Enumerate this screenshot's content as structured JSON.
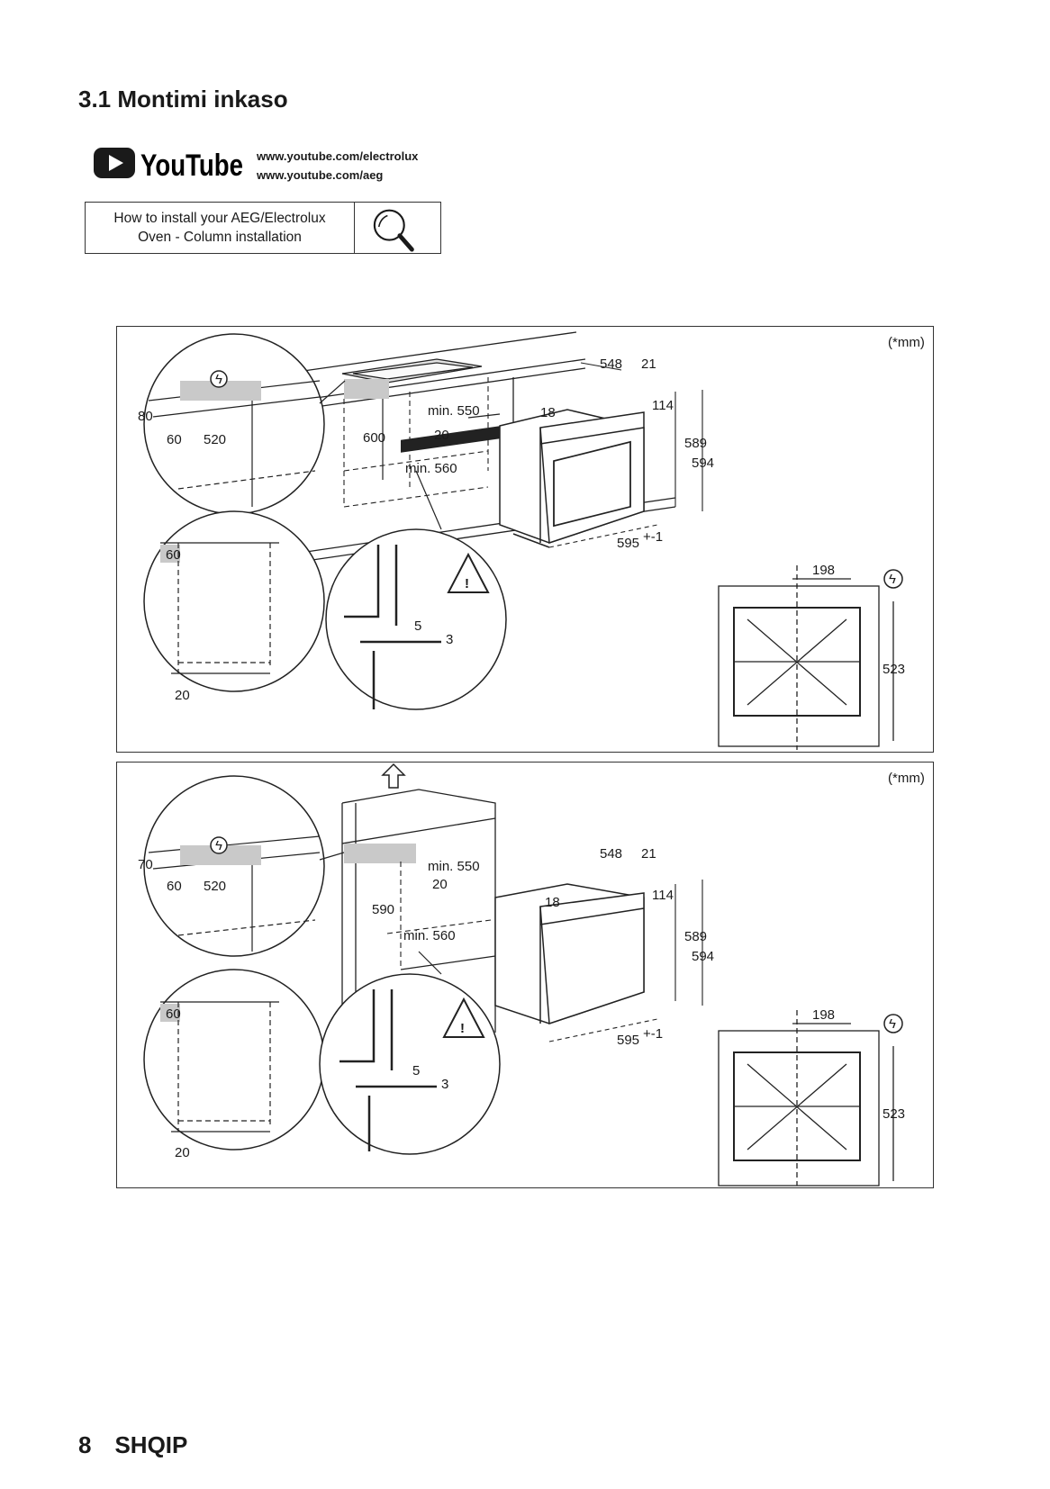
{
  "heading": "3.1 Montimi inkaso",
  "youtube": {
    "logo_text": "YouTube",
    "links": [
      "www.youtube.com/electrolux",
      "www.youtube.com/aeg"
    ]
  },
  "video_box": {
    "line1": "How to install your AEG/Electrolux",
    "line2": "Oven - Column installation",
    "icon": "magnifier-icon"
  },
  "panels": [
    {
      "unit": "(*mm)",
      "dims": {
        "d80": "80",
        "d60": "60",
        "d520": "520",
        "d600": "600",
        "min550": "min. 550",
        "d20": "20",
        "min560": "min. 560",
        "d548": "548",
        "d21": "21",
        "d18": "18",
        "d114": "114",
        "d589": "589",
        "d594": "594",
        "d595": "595",
        "tol": "+-1",
        "d60b": "60",
        "d20b": "20",
        "d5": "5",
        "d3": "3",
        "d198": "198",
        "d523": "523"
      }
    },
    {
      "unit": "(*mm)",
      "dims": {
        "d80": "70",
        "d60": "60",
        "d520": "520",
        "d600": "590",
        "min550": "min. 550",
        "d20": "20",
        "min560": "min. 560",
        "d548": "548",
        "d21": "21",
        "d18": "18",
        "d114": "114",
        "d589": "589",
        "d594": "594",
        "d595": "595",
        "tol": "+-1",
        "d60b": "60",
        "d20b": "20",
        "d5": "5",
        "d3": "3",
        "d198": "198",
        "d523": "523"
      }
    }
  ],
  "footer": {
    "page_number": "8",
    "language": "SHQIP"
  }
}
